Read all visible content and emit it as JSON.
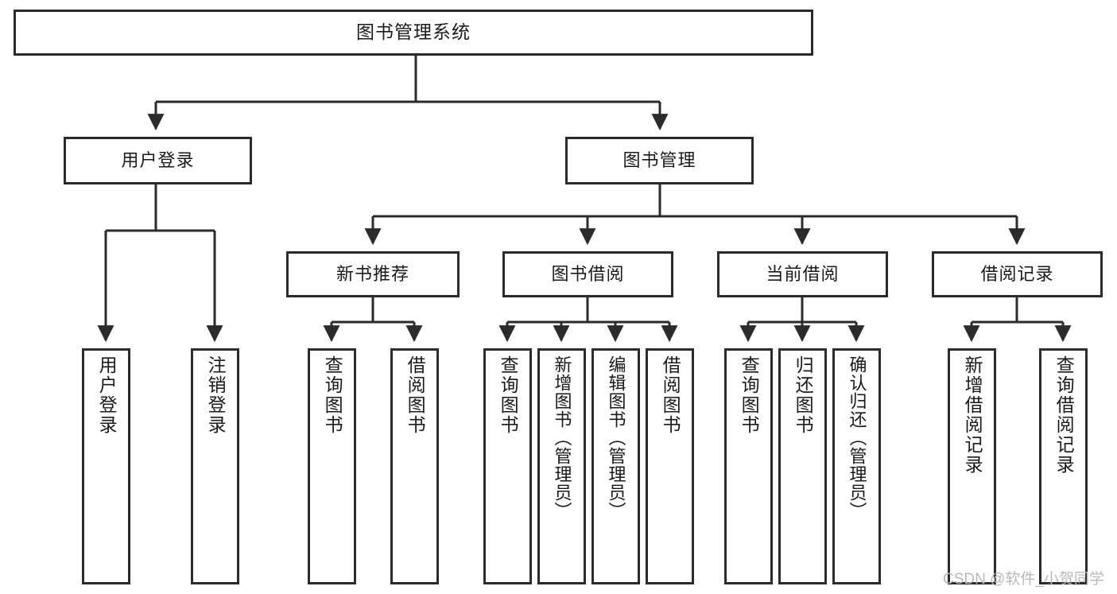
{
  "diagram": {
    "title": "图书管理系统",
    "type": "tree-flowchart",
    "orientation": "top-down",
    "colors": {
      "stroke": "#2b2b2b",
      "fill": "#ffffff",
      "text": "#1a1a1a",
      "watermark": "#b9b9b9"
    },
    "watermark": "CSDN @软件_小贺同学",
    "nodes": {
      "root": {
        "label": "图书管理系统",
        "level": 0
      },
      "l1": [
        {
          "id": "user-login",
          "label": "用户登录",
          "level": 1
        },
        {
          "id": "book-manage",
          "label": "图书管理",
          "level": 1
        }
      ],
      "l2": [
        {
          "id": "new-book-recommend",
          "label": "新书推荐",
          "level": 2,
          "parent": "book-manage"
        },
        {
          "id": "book-borrow",
          "label": "图书借阅",
          "level": 2,
          "parent": "book-manage"
        },
        {
          "id": "current-borrow",
          "label": "当前借阅",
          "level": 2,
          "parent": "book-manage"
        },
        {
          "id": "borrow-record",
          "label": "借阅记录",
          "level": 2,
          "parent": "book-manage"
        }
      ],
      "leaves": [
        {
          "id": "leaf-user-login",
          "label": "用户登录",
          "parent": "user-login"
        },
        {
          "id": "leaf-logout",
          "label": "注销登录",
          "parent": "user-login"
        },
        {
          "id": "leaf-query-book-rec",
          "label": "查询图书",
          "parent": "new-book-recommend"
        },
        {
          "id": "leaf-borrow-book-rec",
          "label": "借阅图书",
          "parent": "new-book-recommend"
        },
        {
          "id": "leaf-query-book-bor",
          "label": "查询图书",
          "parent": "book-borrow"
        },
        {
          "id": "leaf-add-book",
          "label": "新增图书（管理员）",
          "parent": "book-borrow"
        },
        {
          "id": "leaf-edit-book",
          "label": "编辑图书（管理员）",
          "parent": "book-borrow"
        },
        {
          "id": "leaf-borrow-book",
          "label": "借阅图书",
          "parent": "book-borrow"
        },
        {
          "id": "leaf-query-book-cur",
          "label": "查询图书",
          "parent": "current-borrow"
        },
        {
          "id": "leaf-return-book",
          "label": "归还图书",
          "parent": "current-borrow"
        },
        {
          "id": "leaf-confirm-return",
          "label": "确认归还（管理员）",
          "parent": "current-borrow"
        },
        {
          "id": "leaf-add-record",
          "label": "新增借阅记录",
          "parent": "borrow-record"
        },
        {
          "id": "leaf-query-record",
          "label": "查询借阅记录",
          "parent": "borrow-record"
        }
      ]
    }
  }
}
